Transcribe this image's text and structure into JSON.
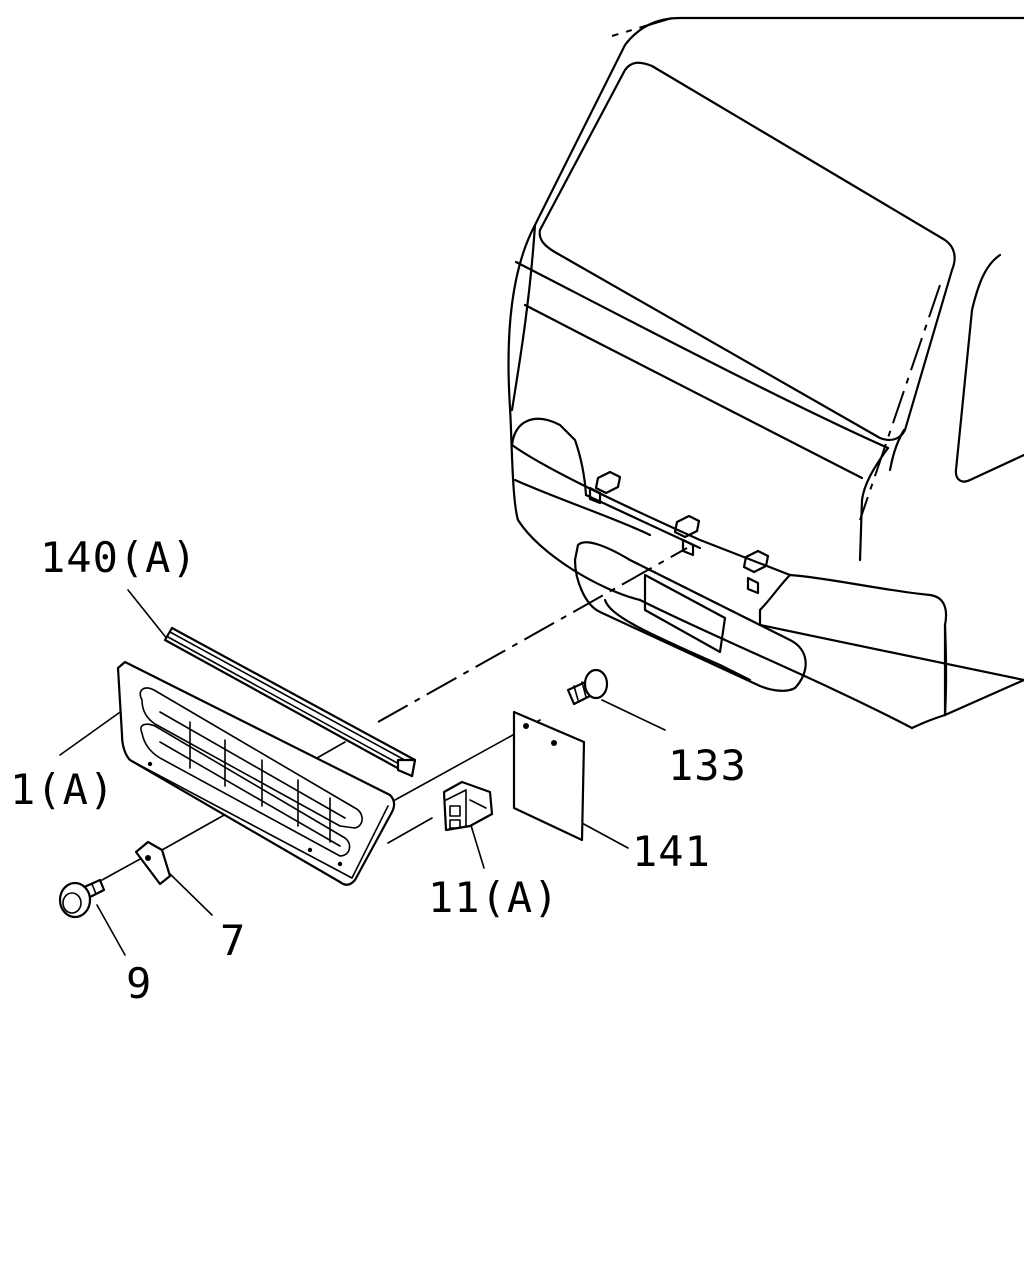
{
  "labels": {
    "grille": "1(A)",
    "garnish": "140(A)",
    "bracket": "7",
    "bolt": "9",
    "clip": "11(A)",
    "screw": "133",
    "plate": "141"
  }
}
